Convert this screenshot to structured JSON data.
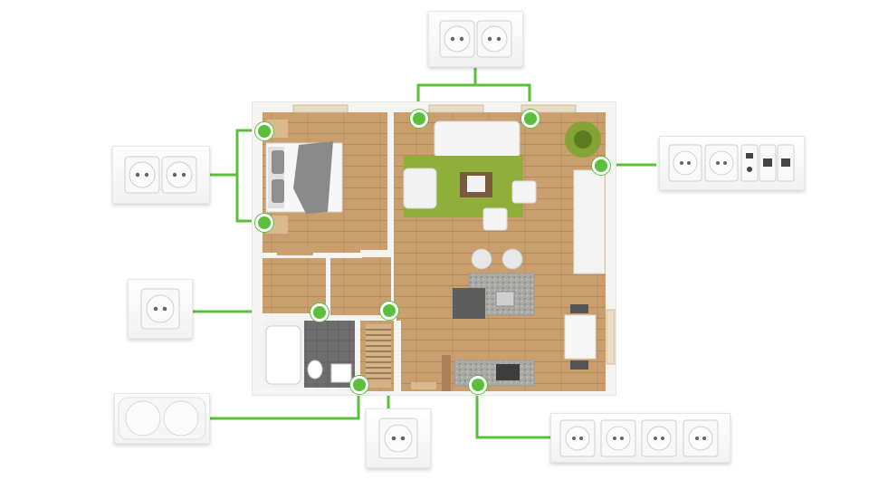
{
  "colors": {
    "callout_green": "#5bbf3c",
    "wood_floor": "#c99f6e",
    "wall": "#f4f4f2",
    "rug": "#8fae3a",
    "plate": "#f5f5f5"
  },
  "scene": {
    "subject": "apartment-floorplan-with-socket-locations",
    "callouts": [
      {
        "name": "double-socket-top",
        "device": "double-schuko-socket-plate"
      },
      {
        "name": "double-socket-bedroom",
        "device": "double-schuko-socket-plate"
      },
      {
        "name": "socket-data-living",
        "device": "double-socket-with-tv-and-data-plate"
      },
      {
        "name": "single-socket-hall",
        "device": "single-schuko-socket-plate"
      },
      {
        "name": "double-switch-bath",
        "device": "double-rocker-switch-plate"
      },
      {
        "name": "single-socket-center",
        "device": "single-schuko-socket-plate"
      },
      {
        "name": "quad-socket-kitchen",
        "device": "quad-schuko-socket-plate"
      }
    ]
  }
}
